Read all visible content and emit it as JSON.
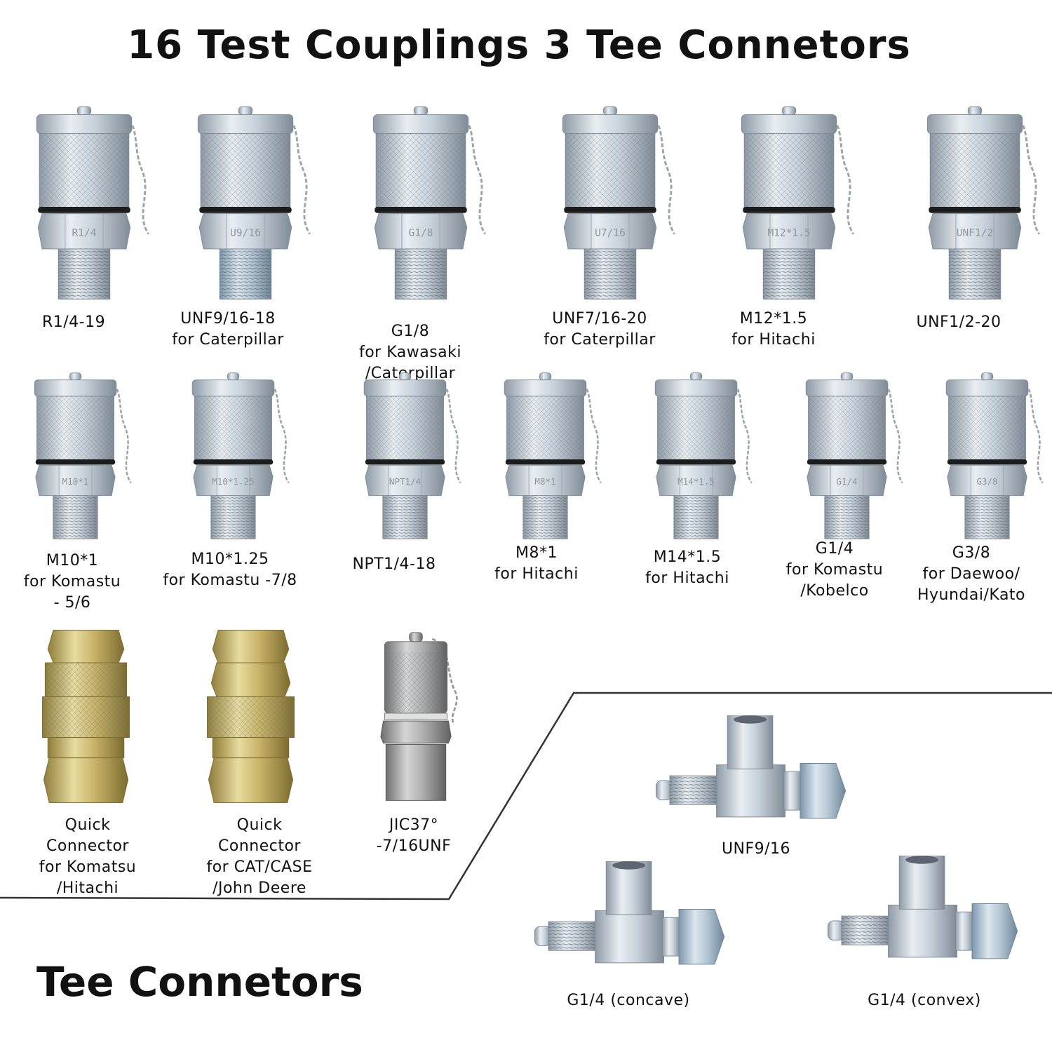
{
  "title": "16 Test Couplings 3 Tee Connetors",
  "tee_heading": "Tee Connetors",
  "row1": [
    {
      "label": "R1/4-19",
      "stamp": "R1/4"
    },
    {
      "label": "UNF9/16-18\nfor Caterpillar",
      "stamp": "U9/16"
    },
    {
      "label": "G1/8\nfor Kawasaki\n/Caterpillar",
      "stamp": "G1/8"
    },
    {
      "label": "UNF7/16-20\nfor Caterpillar",
      "stamp": "U7/16"
    },
    {
      "label": "M12*1.5\nfor Hitachi",
      "stamp": "M12*1.5"
    },
    {
      "label": "UNF1/2-20",
      "stamp": "UNF1/2"
    }
  ],
  "row2": [
    {
      "label": "M10*1\nfor Komastu\n- 5/6",
      "stamp": "M10*1"
    },
    {
      "label": "M10*1.25\nfor Komastu -7/8",
      "stamp": "M10*1.25"
    },
    {
      "label": "NPT1/4-18",
      "stamp": "NPT1/4"
    },
    {
      "label": "M8*1\nfor Hitachi",
      "stamp": "M8*1"
    },
    {
      "label": "M14*1.5\nfor Hitachi",
      "stamp": "M14*1.5"
    },
    {
      "label": "G1/4\nfor Komastu\n/Kobelco",
      "stamp": "G1/4"
    },
    {
      "label": "G3/8\nfor Daewoo/\nHyundai/Kato",
      "stamp": "G3/8"
    }
  ],
  "row3": [
    {
      "label": "Quick\nConnector\nfor Komatsu\n/Hitachi"
    },
    {
      "label": "Quick\nConnector\nfor CAT/CASE\n/John Deere"
    },
    {
      "label": "JIC37°\n-7/16UNF"
    }
  ],
  "tees": [
    {
      "label": "UNF9/16"
    },
    {
      "label": "G1/4 (concave)"
    },
    {
      "label": "G1/4 (convex)"
    }
  ],
  "colors": {
    "steel": "#c9d3dc",
    "steel_dark": "#8e9aa6",
    "brass": "#c9b46a",
    "brass_dark": "#8f7d3a",
    "seal": "#1c1c1c"
  },
  "icons": [
    "test-coupling-icon",
    "quick-connector-icon",
    "jic-adapter-icon",
    "tee-connector-icon"
  ]
}
